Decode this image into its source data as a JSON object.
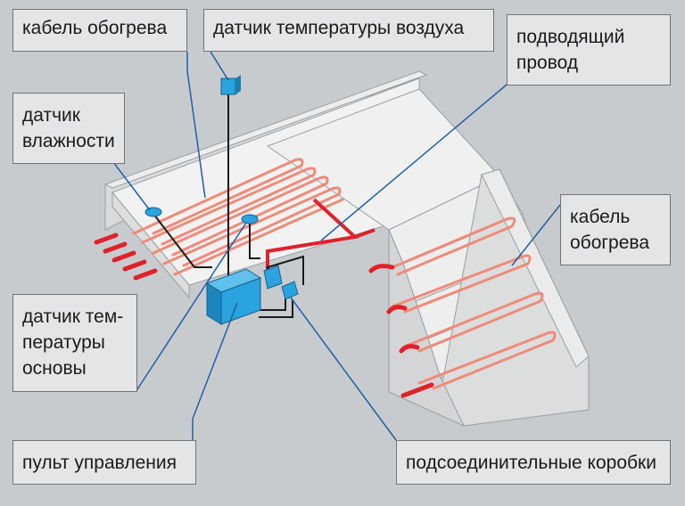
{
  "labels": {
    "heating_cable_top": [
      "кабель  обогрева"
    ],
    "air_temp_sensor": [
      "датчик температуры воздуха"
    ],
    "supply_wire": [
      "подводящий",
      "провод"
    ],
    "humidity_sensor": [
      "датчик",
      "влажности"
    ],
    "heating_cable_right": [
      "кабель",
      "обогрева"
    ],
    "base_temp_sensor": [
      "датчик тем-",
      "пературы",
      "основы"
    ],
    "control_panel": [
      "пульт управления"
    ],
    "junction_boxes": [
      "подсоединительные коробки"
    ]
  },
  "colors": {
    "background": "#c8cbce",
    "surface_top": "#f2f2f2",
    "surface_side": "#d9dadb",
    "heating_cable": "#f08a78",
    "cable_ends": "#e0212a",
    "device_blue": "#2aa3de",
    "leader_line": "#1f5fa8",
    "label_fill": "#e4e5e6"
  }
}
